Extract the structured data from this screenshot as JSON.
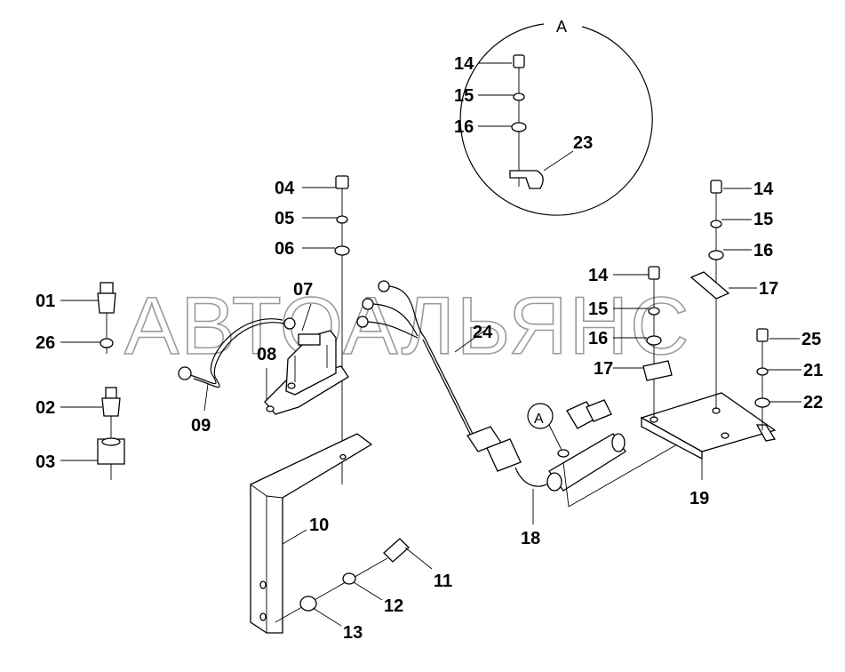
{
  "watermark": "АВТОАЛЬЯНС",
  "detail": {
    "name": "A"
  },
  "callouts": {
    "c01": "01",
    "c26": "26",
    "c02": "02",
    "c03": "03",
    "c04": "04",
    "c05": "05",
    "c06": "06",
    "c07": "07",
    "c08": "08",
    "c09": "09",
    "c10": "10",
    "c11": "11",
    "c12": "12",
    "c13": "13",
    "c14a": "14",
    "c15a": "15",
    "c16a": "16",
    "c23": "23",
    "c24": "24",
    "c18": "18",
    "c19": "19",
    "c14b": "14",
    "c15b": "15",
    "c16b": "16",
    "c17b": "17",
    "c14c": "14",
    "c15c": "15",
    "c16c": "16",
    "c17c": "17",
    "c25": "25",
    "c21": "21",
    "c22": "22"
  }
}
